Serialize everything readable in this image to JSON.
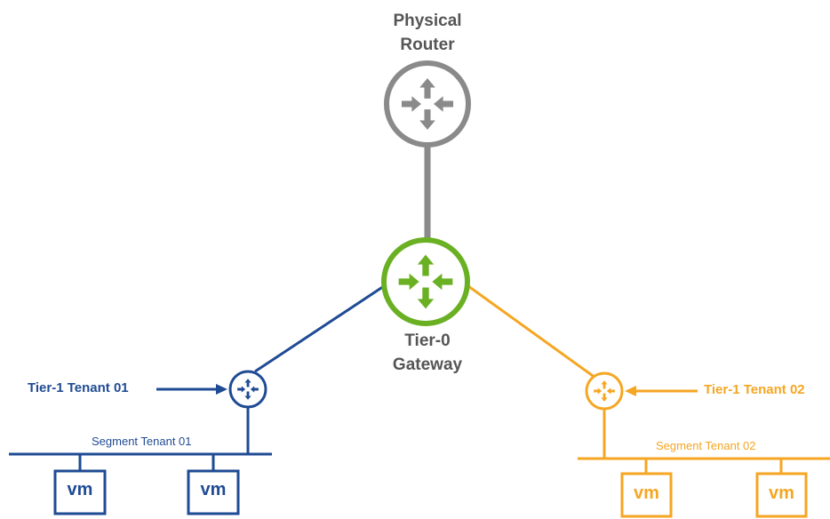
{
  "colors": {
    "physical": "#8a8a8a",
    "tier0": "#6ab023",
    "tenant01": "#1f4b94",
    "tenant02": "#f5a623",
    "label_dark": "#555555"
  },
  "physical_router": {
    "line1": "Physical",
    "line2": "Router",
    "icon": "router-icon"
  },
  "tier0_gateway": {
    "line1": "Tier-0",
    "line2": "Gateway",
    "icon": "router-icon"
  },
  "tenant01": {
    "router_label": "Tier-1 Tenant 01",
    "segment_label": "Segment Tenant 01",
    "vms": [
      "vm",
      "vm"
    ],
    "icon": "router-icon"
  },
  "tenant02": {
    "router_label": "Tier-1 Tenant 02",
    "segment_label": "Segment Tenant 02",
    "vms": [
      "vm",
      "vm"
    ],
    "icon": "router-icon"
  }
}
